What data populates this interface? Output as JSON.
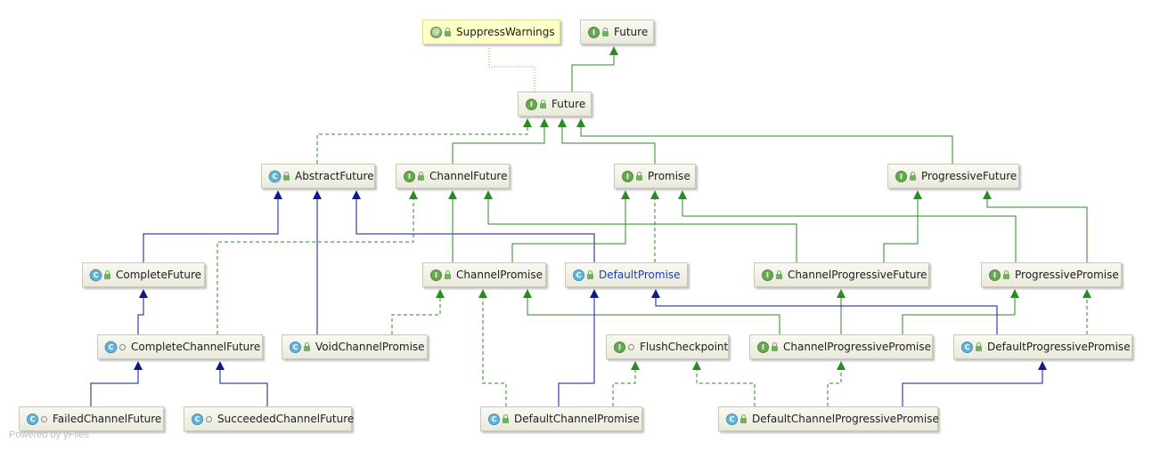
{
  "nodes": {
    "suppressWarnings": {
      "label": "SuppressWarnings",
      "kind": "annotation",
      "badge": "@",
      "visibility": "lock"
    },
    "futureJdk": {
      "label": "Future",
      "kind": "interface",
      "badge": "I",
      "visibility": "lock"
    },
    "future": {
      "label": "Future",
      "kind": "interface",
      "badge": "I",
      "visibility": "lock"
    },
    "abstractFuture": {
      "label": "AbstractFuture",
      "kind": "abstract",
      "badge": "C",
      "visibility": "lock"
    },
    "channelFuture": {
      "label": "ChannelFuture",
      "kind": "interface",
      "badge": "I",
      "visibility": "lock"
    },
    "promise": {
      "label": "Promise",
      "kind": "interface",
      "badge": "I",
      "visibility": "lock"
    },
    "progressiveFuture": {
      "label": "ProgressiveFuture",
      "kind": "interface",
      "badge": "I",
      "visibility": "lock"
    },
    "completeFuture": {
      "label": "CompleteFuture",
      "kind": "abstract",
      "badge": "C",
      "visibility": "lock"
    },
    "channelPromise": {
      "label": "ChannelPromise",
      "kind": "interface",
      "badge": "I",
      "visibility": "lock"
    },
    "defaultPromise": {
      "label": "DefaultPromise",
      "kind": "class",
      "badge": "C",
      "visibility": "lock"
    },
    "channelProgressiveFuture": {
      "label": "ChannelProgressiveFuture",
      "kind": "interface",
      "badge": "I",
      "visibility": "lock"
    },
    "progressivePromise": {
      "label": "ProgressivePromise",
      "kind": "interface",
      "badge": "I",
      "visibility": "lock"
    },
    "completeChannelFuture": {
      "label": "CompleteChannelFuture",
      "kind": "abstract",
      "badge": "C",
      "visibility": "circle"
    },
    "voidChannelPromise": {
      "label": "VoidChannelPromise",
      "kind": "class",
      "badge": "C",
      "visibility": "lock"
    },
    "flushCheckpoint": {
      "label": "FlushCheckpoint",
      "kind": "interface",
      "badge": "I",
      "visibility": "circle"
    },
    "channelProgressivePromise": {
      "label": "ChannelProgressivePromise",
      "kind": "interface",
      "badge": "I",
      "visibility": "lock"
    },
    "defaultProgressivePromise": {
      "label": "DefaultProgressivePromise",
      "kind": "class",
      "badge": "C",
      "visibility": "lock"
    },
    "failedChannelFuture": {
      "label": "FailedChannelFuture",
      "kind": "class",
      "badge": "C",
      "visibility": "circle"
    },
    "succeededChannelFuture": {
      "label": "SucceededChannelFuture",
      "kind": "class",
      "badge": "C",
      "visibility": "circle"
    },
    "defaultChannelPromise": {
      "label": "DefaultChannelPromise",
      "kind": "class",
      "badge": "C",
      "visibility": "lock"
    },
    "defaultChannelProgressivePromise": {
      "label": "DefaultChannelProgressivePromise",
      "kind": "class",
      "badge": "C",
      "visibility": "lock"
    }
  },
  "colors": {
    "extends_interface": "#2b8a22",
    "implements": "#2b8a22",
    "extends_class": "#0d1a8a",
    "annotation_link": "#a0a050"
  },
  "footer": "Powered by yFiles"
}
